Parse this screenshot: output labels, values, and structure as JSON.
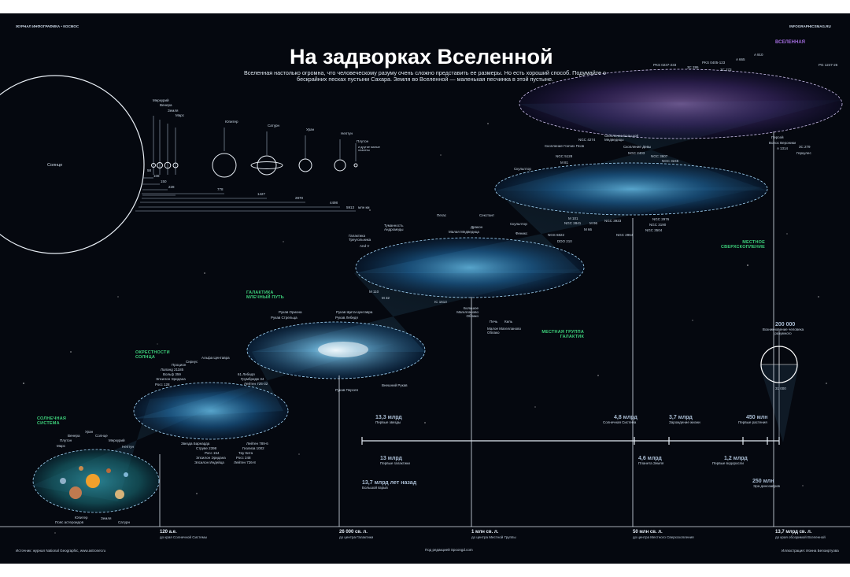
{
  "header": {
    "journal": "ЖУРНАЛ ИНФОГРАФИКА • КОСМОС",
    "site": "INFOGRAPHICSMAG.RU"
  },
  "title": "На задворках Вселенной",
  "subtitle": "Вселенная настолько огромна, что человеческому разуму очень сложно представить ее размеры. Но есть хороший способ. Подумайте о бескрайних песках пустыни Сахара. Земля во Вселенной — маленькая песчинка в этой пустыне.",
  "solar": {
    "sun": "Солнце",
    "mercury": "Меркурий",
    "venus": "Венера",
    "earth": "Земля",
    "mars": "Марс",
    "jupiter": "Юпитер",
    "saturn": "Сатурн",
    "uranus": "Уран",
    "neptune": "Нептун",
    "pluto": "Плутон",
    "pluto_note": "и другие малые планеты",
    "dist": [
      "58",
      "108",
      "150",
      "228",
      "778",
      "1427",
      "2870",
      "4498",
      "5913"
    ],
    "dist_unit": "млн км"
  },
  "regions": {
    "solar_system": "СОЛНЕЧНАЯ СИСТЕМА",
    "sun_vicinity": "ОКРЕСТНОСТИ СОЛНЦА",
    "milky_way": "ГАЛАКТИКА МЛЕЧНЫЙ ПУТЬ",
    "local_group": "МЕСТНАЯ ГРУППА ГАЛАКТИК",
    "local_supercluster": "МЕСТНОЕ СВЕРХСКОПЛЕНИЕ",
    "universe": "ВСЕЛЕННАЯ"
  },
  "solar_disk": [
    "Венера",
    "Плутон",
    "Марс",
    "Уран",
    "Солнце",
    "Меркурий",
    "Нептун",
    "Юпитер",
    "Пояс астероидов",
    "Земля",
    "Сатурн"
  ],
  "vicinity": [
    "Сириус",
    "Альфа Центавра",
    "Процион",
    "Лаланд 21185",
    "Вольф 359",
    "Эпсилон Эридана",
    "Росс 128",
    "61 Лебедя",
    "Грумбридж 34",
    "Лейтен 725-32",
    "Звезда Барнарда",
    "Струве 2398",
    "Росс 154",
    "Эпсилон Эридана",
    "Эпсилон Индейца",
    "Лейтен 789-6",
    "Гизлиза 1002",
    "Тау Кита",
    "Росс 248",
    "Лейтен 726-8"
  ],
  "milky": [
    "Рукав Ориона",
    "Рукав Стрельца",
    "Рукав Щита-Центавра",
    "Рукав Лебедя",
    "Рукав Персея",
    "Внешний Рукав"
  ],
  "local_group_items": [
    "Галактика Треугольника",
    "And V",
    "Туманность Андромеды",
    "Пегас",
    "Секстант",
    "Малая Медведица",
    "Дракон",
    "Скульптор",
    "Феникс",
    "NGS 6822",
    "DDO 210",
    "М 110",
    "М 32",
    "IC 1613",
    "Большое Магелланово Облако",
    "Печь",
    "Киль",
    "Малое Магелланово Облако"
  ],
  "supercluster_items": [
    "NGC 4274",
    "Скопление Большой Медведицы",
    "Скопление Гончих Псов",
    "NGC 5128",
    "Скопление Девы",
    "NGC 3607",
    "NGC 2403",
    "NGC 3245",
    "Скульптор",
    "М 81",
    "М 101",
    "NGC 2841",
    "М 96",
    "М 66",
    "NGC 3923",
    "NGC 2976",
    "NGC 3190",
    "NGC 3504",
    "NGC 2964"
  ],
  "universe_items": [
    "PKS 0237-233",
    "3C 295",
    "PKS 0405-123",
    "3C 273",
    "A 665",
    "A 910",
    "PG 1247-26",
    "Персей",
    "Волос Вероники",
    "A 1314",
    "3C 279",
    "Геркулес"
  ],
  "timeline": [
    {
      "v": "13,3 млрд",
      "s": "Первые звезды"
    },
    {
      "v": "13 млрд",
      "s": "Первые галактики"
    },
    {
      "v": "13,7 млрд лет назад",
      "s": "Большой взрыв"
    },
    {
      "v": "4,8 млрд",
      "s": "Солнечная Система"
    },
    {
      "v": "4,6 млрд",
      "s": "Планета Земля"
    },
    {
      "v": "3,7 млрд",
      "s": "Зарождение жизни"
    },
    {
      "v": "1,2 млрд",
      "s": "Первые водоросли"
    },
    {
      "v": "450 млн",
      "s": "Первые растения"
    },
    {
      "v": "250 млн",
      "s": "Эра динозавров"
    }
  ],
  "human": {
    "v": "200 000",
    "s": "Возникновение человека разумного",
    "num": "31 000"
  },
  "scale": [
    {
      "v": "120 а.е.",
      "s": "до края Солнечной Системы"
    },
    {
      "v": "26 000 св. л.",
      "s": "до центра Галактики"
    },
    {
      "v": "1 млн св. л.",
      "s": "до центра Местной Группы"
    },
    {
      "v": "50 млн св. л.",
      "s": "до центра Местного Сверхскопления"
    },
    {
      "v": "13,7 млрд св. л.",
      "s": "до края обозримой Вселенной"
    }
  ],
  "footer": {
    "sources": "Источник: журнал National Geographic, www.astronet.ru",
    "edited": "Под редакцией Spoongd.com",
    "illustration": "Иллюстрация: Ионна Белоиртуова"
  }
}
